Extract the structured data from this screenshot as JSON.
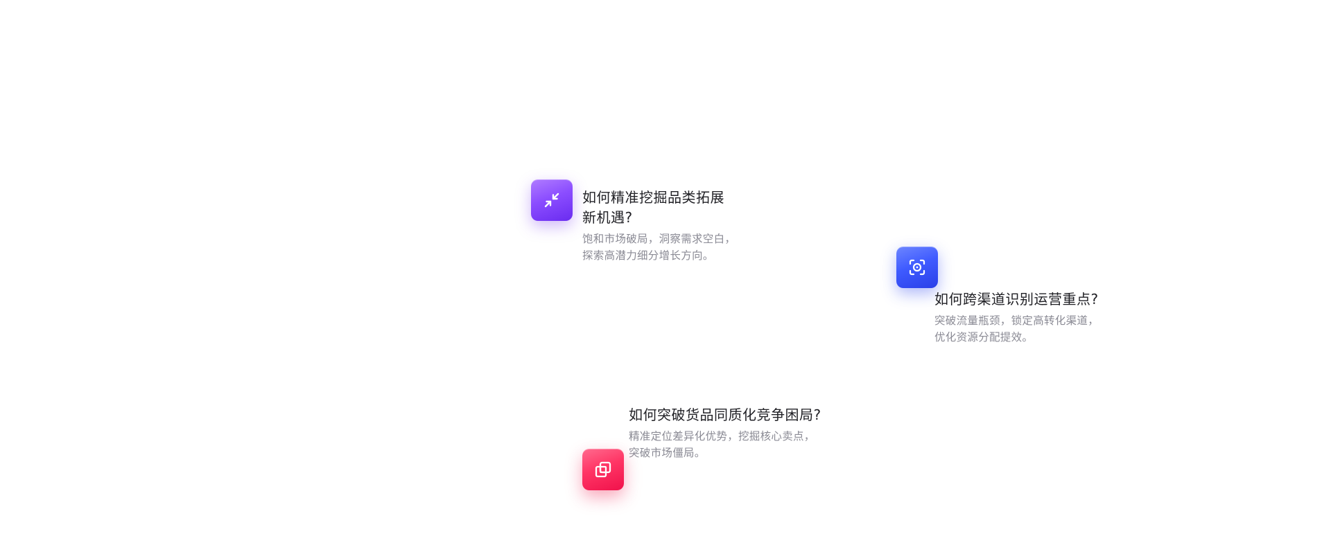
{
  "cards": [
    {
      "icon": "compress-arrows-icon",
      "color": "#8b4dff",
      "title_line1": "如何精准挖掘品类拓展",
      "title_line2": "新机遇?",
      "desc_line1": "饱和市场破局，洞察需求空白，",
      "desc_line2": "探索高潜力细分增长方向。"
    },
    {
      "icon": "focus-scan-icon",
      "color": "#3f5bff",
      "title_line1": "如何跨渠道识别运营重点?",
      "desc_line1": "突破流量瓶颈，锁定高转化渠道，",
      "desc_line2": "优化资源分配提效。"
    },
    {
      "icon": "copy-overlap-icon",
      "color": "#ff3565",
      "title_line1": "如何突破货品同质化竞争困局?",
      "desc_line1": "精准定位差异化优势，挖掘核心卖点，",
      "desc_line2": "突破市场僵局。"
    }
  ]
}
